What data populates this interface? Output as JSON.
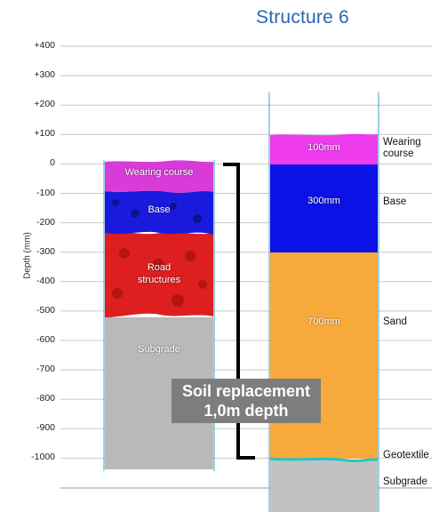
{
  "title": "Structure 6",
  "y_axis": {
    "label": "Depth (mm)",
    "ticks": [
      "+400",
      "+300",
      "+200",
      "+100",
      "0",
      "-100",
      "-200",
      "-300",
      "-400",
      "-500",
      "-600",
      "-700",
      "-800",
      "-900",
      "-1000"
    ]
  },
  "left_column": {
    "layers": [
      {
        "name": "Wearing course",
        "color": "#d93bd9"
      },
      {
        "name": "Base",
        "color": "#1a1adf"
      },
      {
        "name": "Road\nstructures",
        "color": "#dd1f1f"
      },
      {
        "name": "Subgrade",
        "color": "#b9b9b9"
      }
    ]
  },
  "right_column": {
    "layers": [
      {
        "thickness_label": "100mm",
        "side_label": "Wearing\ncourse",
        "color": "#ee3bee"
      },
      {
        "thickness_label": "300mm",
        "side_label": "Base",
        "color": "#0b12e6"
      },
      {
        "thickness_label": "700mm",
        "side_label": "Sand",
        "color": "#f8a93b"
      },
      {
        "thickness_label": "",
        "side_label": "Geotextile",
        "color": "#1cc8c8"
      },
      {
        "thickness_label": "",
        "side_label": "Subgrade",
        "color": "#c2c2c2"
      }
    ]
  },
  "callout": {
    "line1": "Soil replacement",
    "line2": "1,0m depth"
  }
}
